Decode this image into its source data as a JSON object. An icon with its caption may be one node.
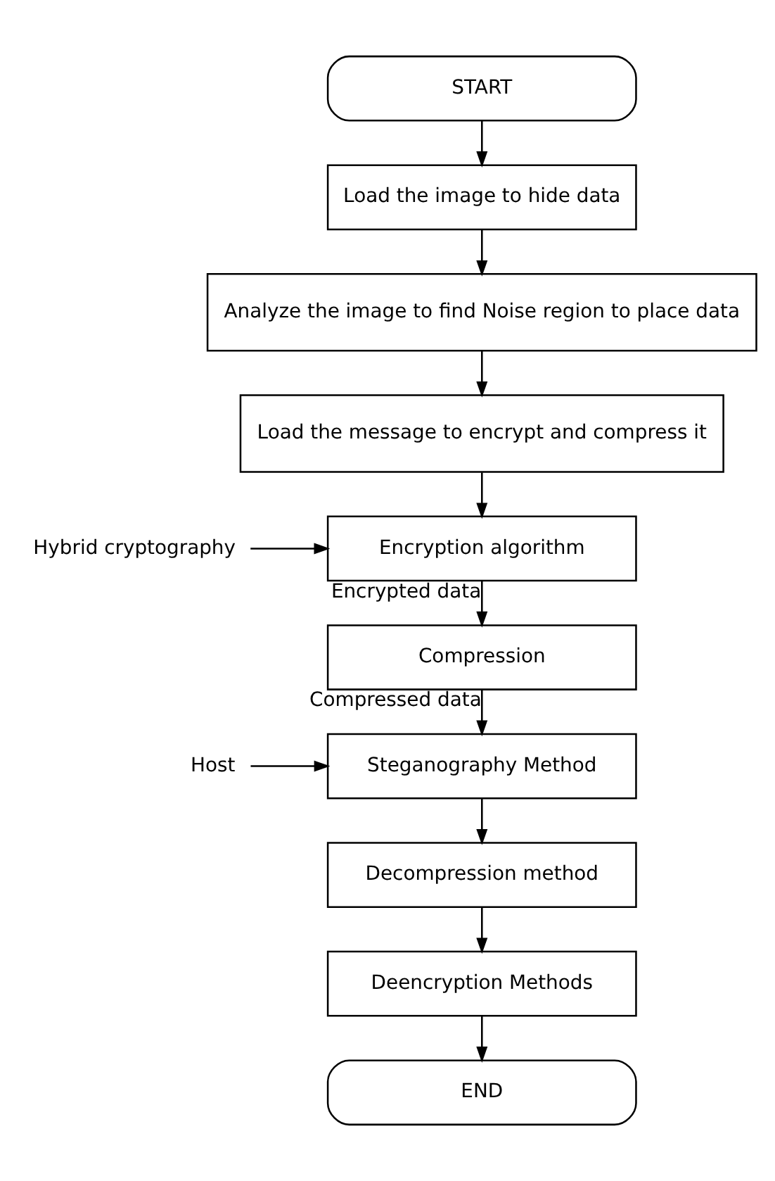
{
  "diagram": {
    "nodes": [
      {
        "text": [
          "START"
        ]
      },
      {
        "text": [
          "Load the image to hide data"
        ]
      },
      {
        "text": [
          "Analyze the image to find Noise region to place data"
        ]
      },
      {
        "text": [
          "Load the message to encrypt and compress it"
        ]
      },
      {
        "text": [
          "Encryption algorithm"
        ]
      },
      {
        "text": [
          "Hybrid cryptography"
        ]
      },
      {
        "text": [
          "Compression"
        ]
      },
      {
        "text": [
          "Host"
        ]
      },
      {
        "text": [
          "Steganography Method"
        ]
      },
      {
        "text": [
          "Decompression method"
        ]
      },
      {
        "text": [
          "Deencryption Methods"
        ]
      },
      {
        "text": [
          "END"
        ]
      }
    ],
    "edges": [
      {
        "from": 0,
        "to": 1,
        "arrow": "to"
      },
      {
        "from": 1,
        "to": 2,
        "arrow": "to"
      },
      {
        "from": 2,
        "to": 3,
        "arrow": "to"
      },
      {
        "from": 3,
        "to": 4,
        "arrow": "to"
      },
      {
        "from": 5,
        "to": 4,
        "arrow": "to"
      },
      {
        "from": 4,
        "to": 6,
        "arrow": "to",
        "label": "Encrypted data"
      },
      {
        "from": 6,
        "to": 8,
        "arrow": "to",
        "label": "Compressed data"
      },
      {
        "from": 7,
        "to": 8,
        "arrow": "to"
      },
      {
        "from": 8,
        "to": 9,
        "arrow": "to"
      },
      {
        "from": 9,
        "to": 10,
        "arrow": "to"
      },
      {
        "from": 10,
        "to": 11,
        "arrow": "to"
      }
    ]
  }
}
